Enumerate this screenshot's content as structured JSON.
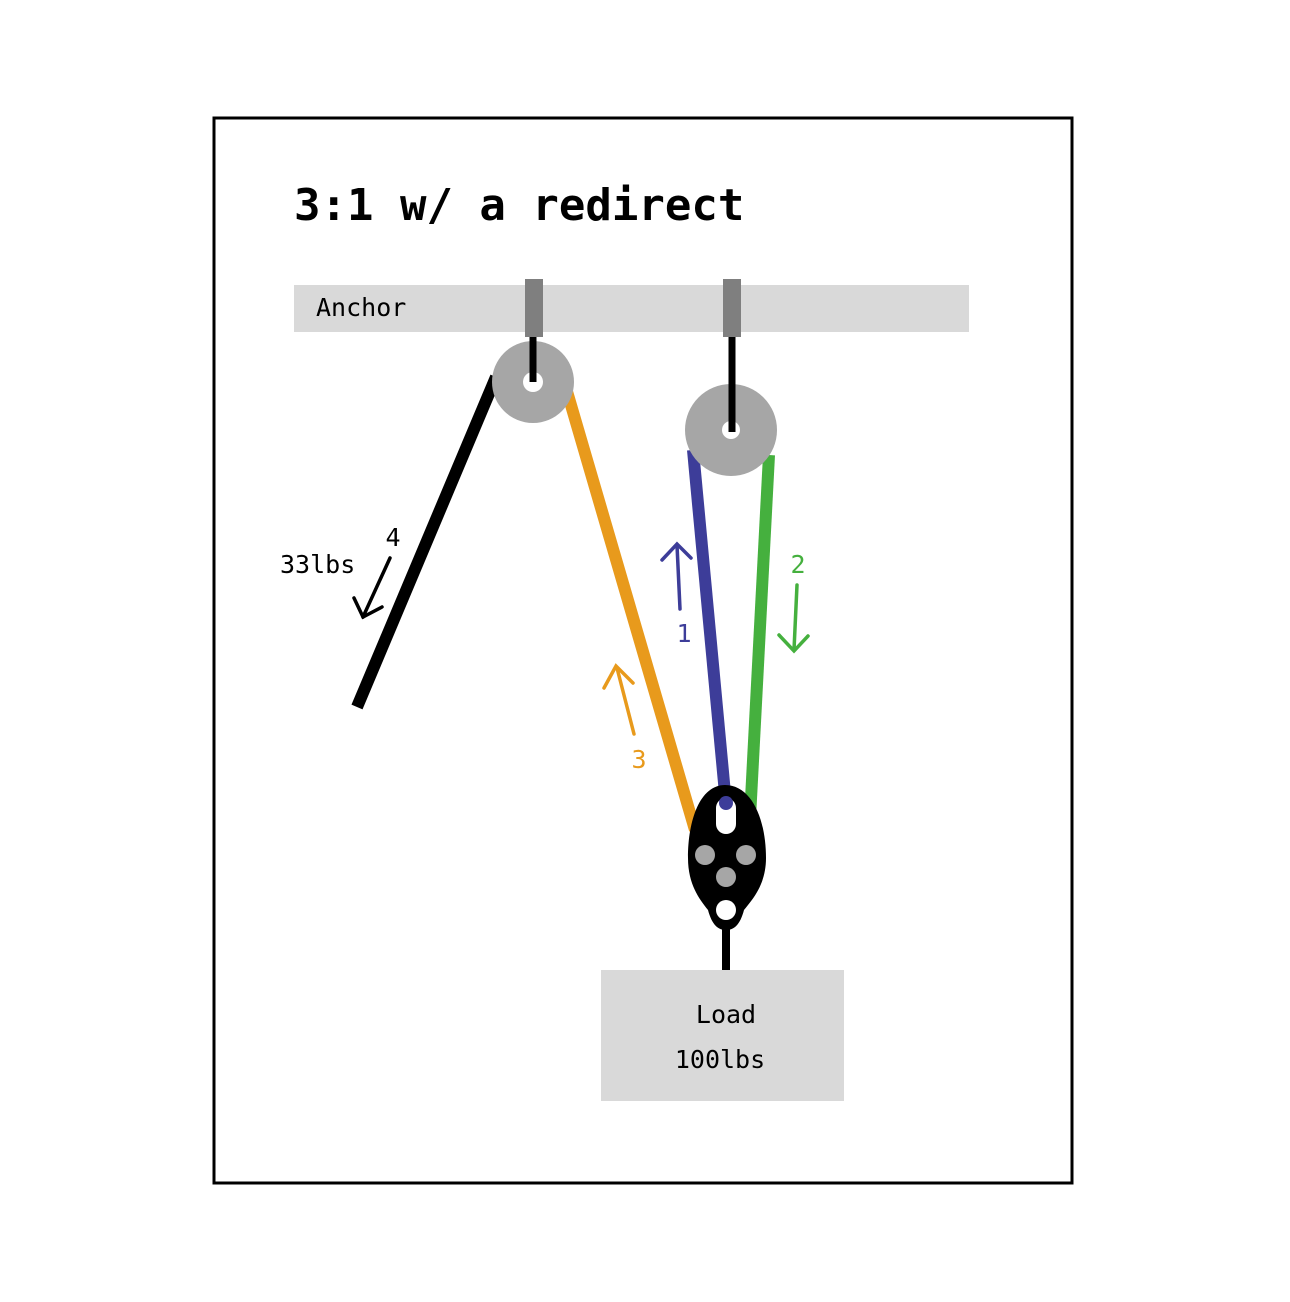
{
  "title": "3:1 w/ a redirect",
  "anchor_label": "Anchor",
  "load": {
    "label": "Load",
    "weight": "100lbs"
  },
  "pull": {
    "strand": "4",
    "force": "33lbs"
  },
  "strands": [
    {
      "number": "1",
      "color": "#3d3d99"
    },
    {
      "number": "2",
      "color": "#45b03e"
    },
    {
      "number": "3",
      "color": "#e89a1c"
    },
    {
      "number": "4",
      "color": "#000000"
    }
  ],
  "colors": {
    "anchor_bar": "#d9d9d9",
    "anchor_post": "#7f7f7f",
    "sheave": "#a6a6a6",
    "load_box": "#d9d9d9",
    "frame": "#000000"
  }
}
